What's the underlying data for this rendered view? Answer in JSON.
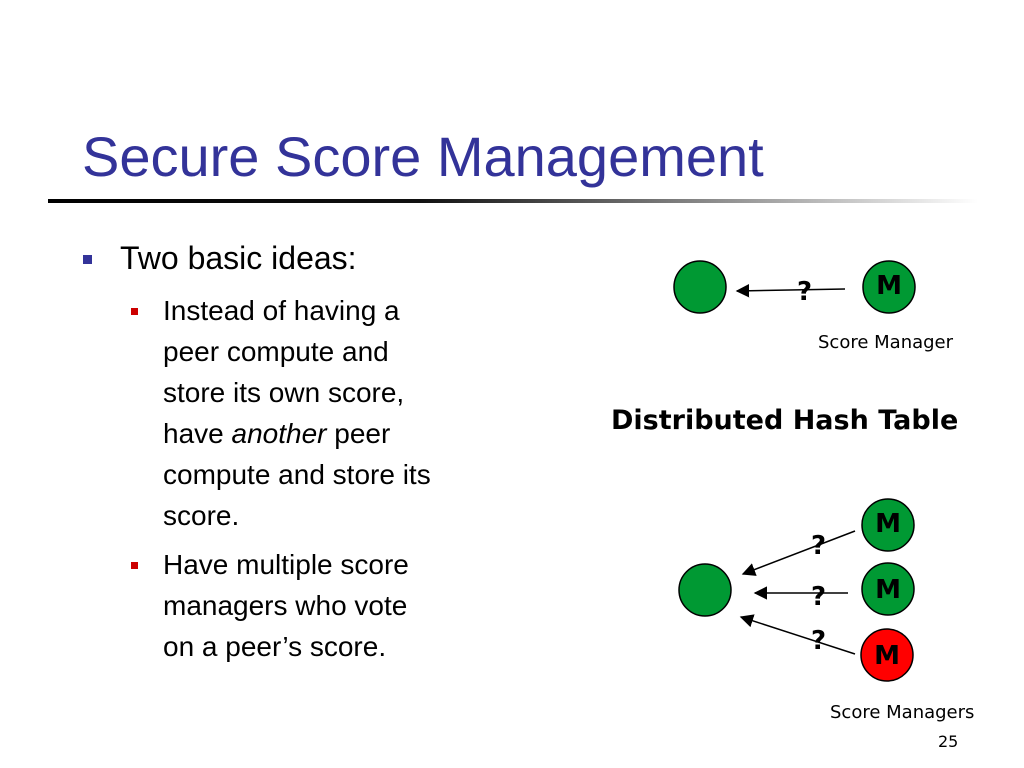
{
  "slide": {
    "title": "Secure Score Management",
    "page_number": "25",
    "colors": {
      "title": "#333399",
      "peer_node": "#009933",
      "bad_manager": "#ff0000"
    }
  },
  "bullets": {
    "main": "Two basic ideas:",
    "sub1": {
      "line1": "Instead of having a",
      "line2": "peer compute and",
      "line3": "store its own score,",
      "line4_before": "have ",
      "line4_emphasis": "another",
      "line4_after": " peer",
      "line5": "compute and store its",
      "line6": "score."
    },
    "sub2": {
      "line1": "Have multiple score",
      "line2": "managers who vote",
      "line3": "on a peer’s score."
    }
  },
  "diagram": {
    "top": {
      "manager_label": "M",
      "question": "?",
      "caption": "Score Manager"
    },
    "middle_label": "Distributed Hash Table",
    "bottom": {
      "managers": [
        {
          "label": "M",
          "question": "?"
        },
        {
          "label": "M",
          "question": "?"
        },
        {
          "label": "M",
          "question": "?"
        }
      ],
      "caption": "Score Managers"
    }
  }
}
